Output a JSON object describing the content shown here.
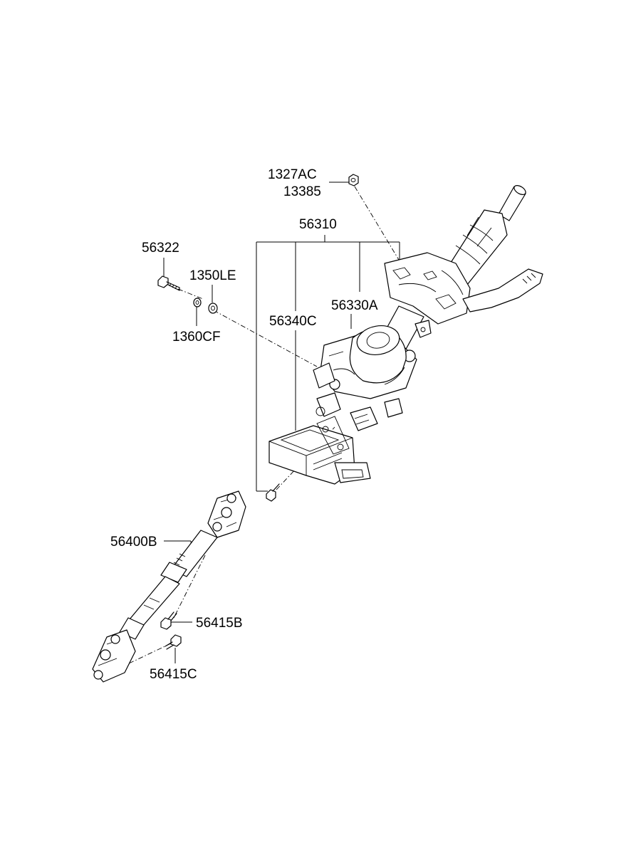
{
  "labels": {
    "nut_upper": "1327AC",
    "nut_upper_alt": "13385",
    "column_assy": "56310",
    "bolt": "56322",
    "washer_a": "1350LE",
    "washer_b": "1360CF",
    "motor": "56330A",
    "ecu": "56340C",
    "joint_assy": "56400B",
    "joint_bolt_b": "56415B",
    "joint_bolt_c": "56415C"
  }
}
